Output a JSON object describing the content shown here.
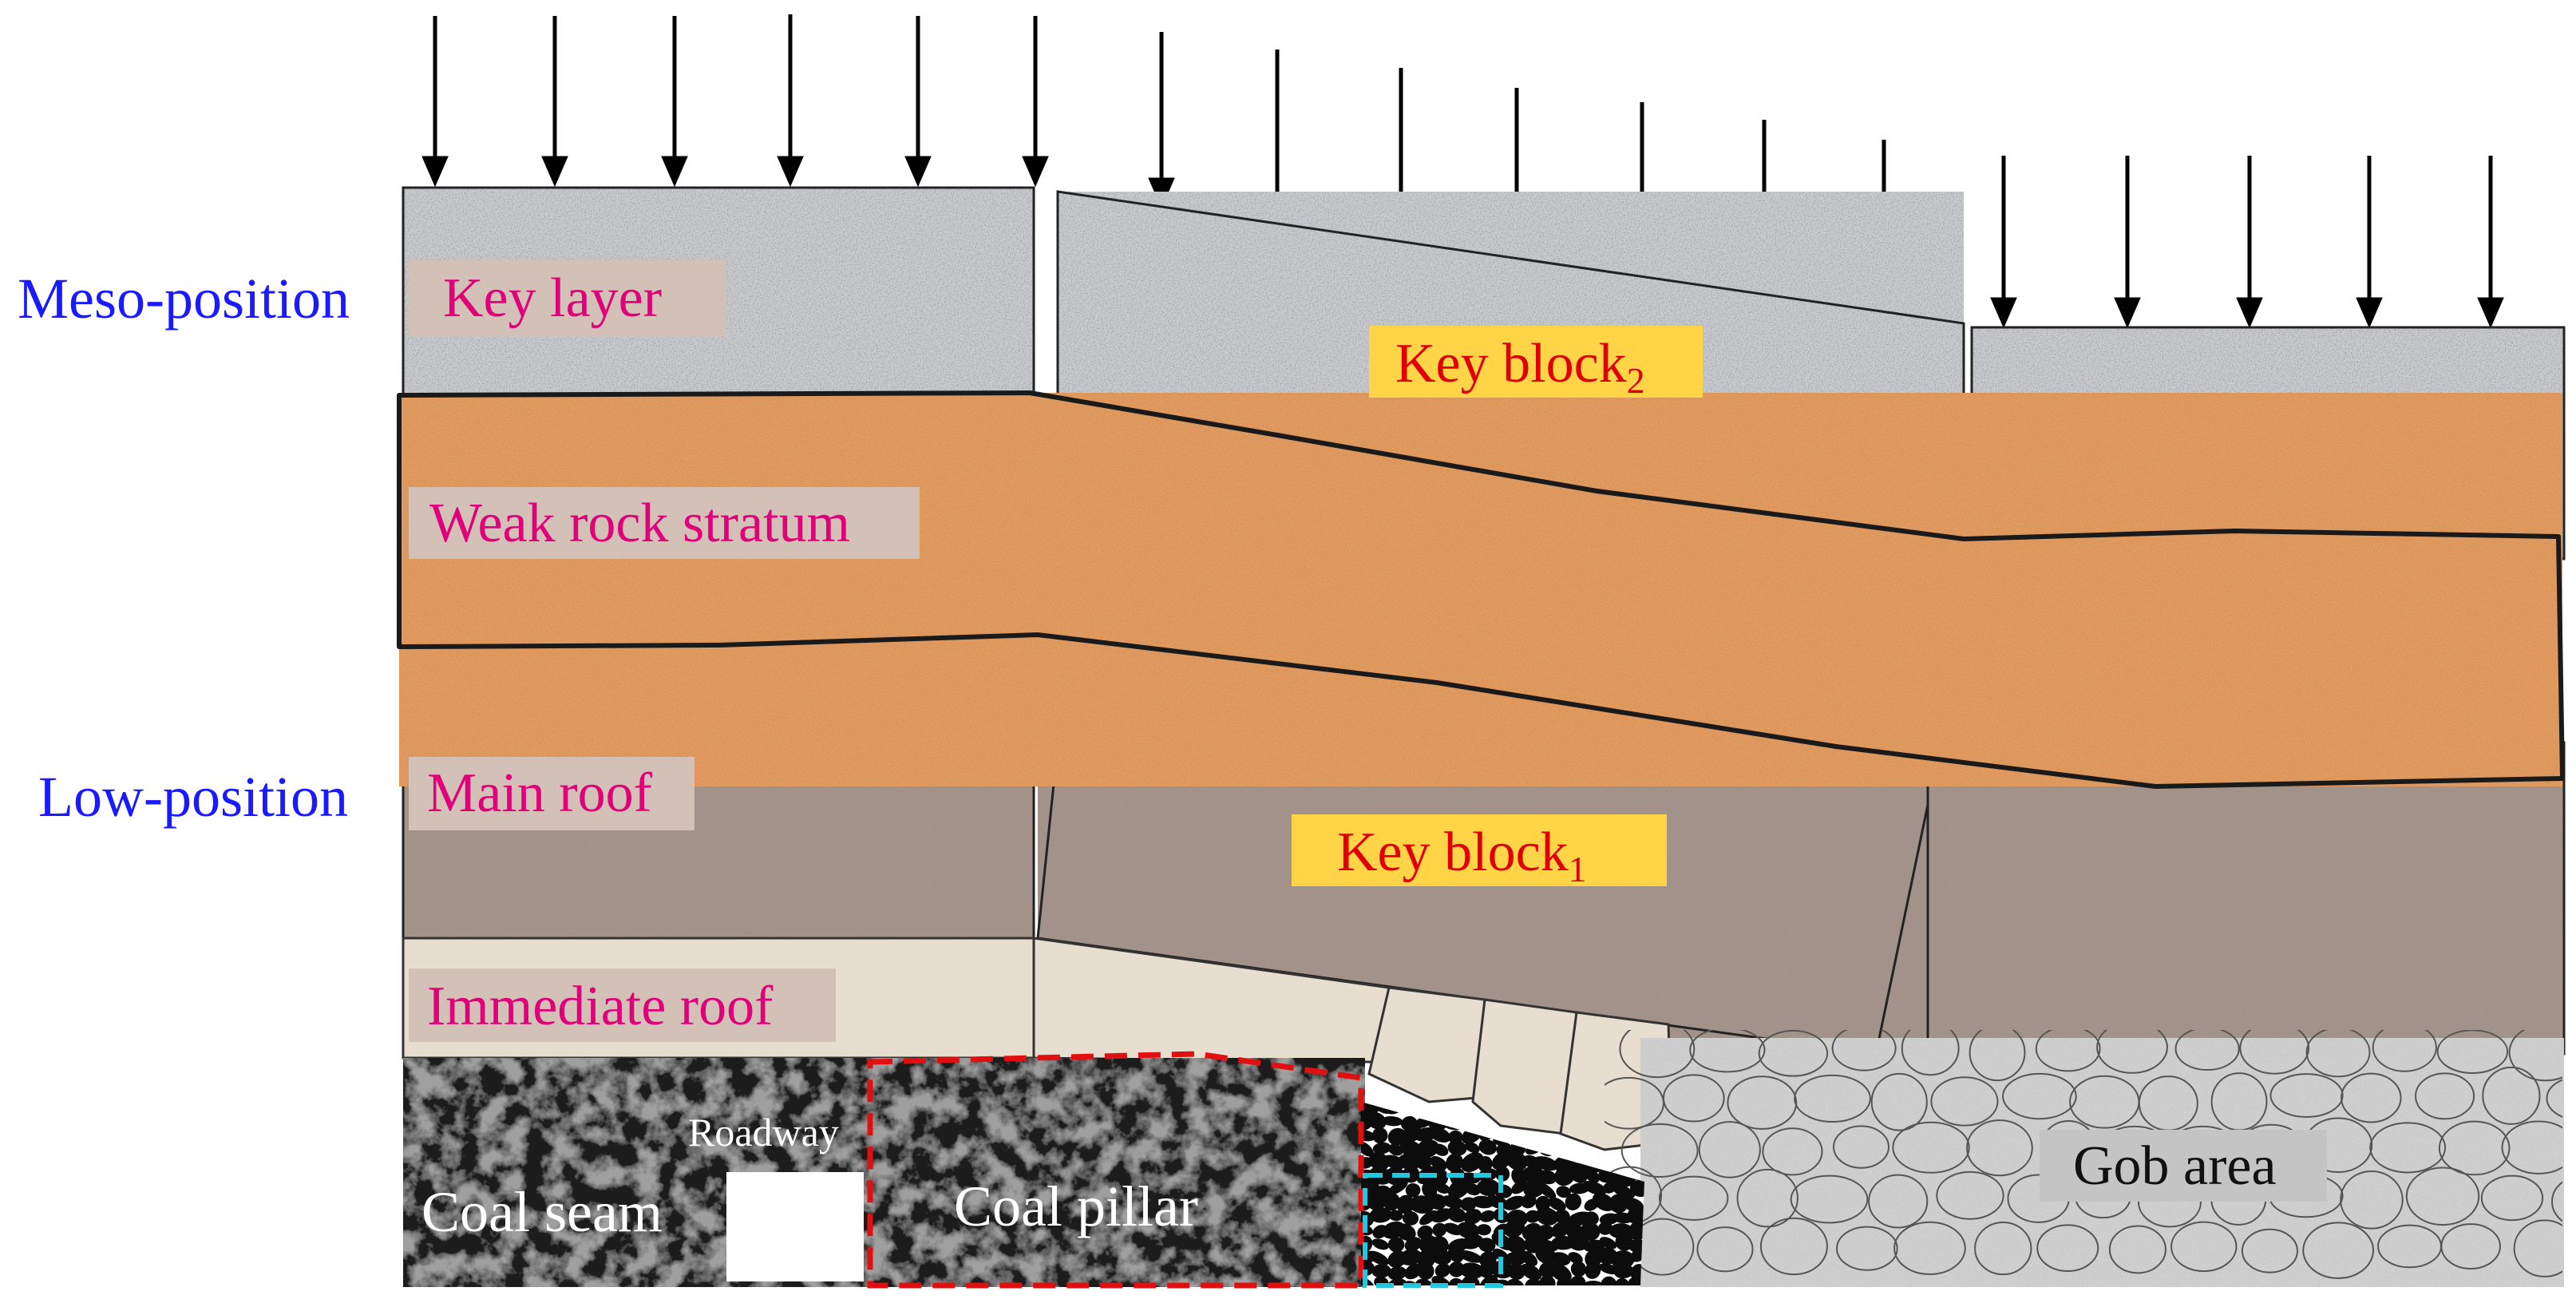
{
  "side_labels": {
    "meso": "Meso-position",
    "low": "Low-position"
  },
  "layer_labels": {
    "key_layer": "Key layer",
    "weak_rock": "Weak rock stratum",
    "main_roof": "Main roof",
    "immediate_roof": "Immediate roof"
  },
  "block_labels": {
    "key_block_2": {
      "text": "Key block",
      "sub": "2"
    },
    "key_block_1": {
      "text": "Key block",
      "sub": "1"
    }
  },
  "coal": {
    "seam": "Coal seam",
    "roadway": "Roadway",
    "pillar": "Coal pillar"
  },
  "gob": "Gob area",
  "colors": {
    "side_label": "#1a1aff",
    "layer_label": "#e0007a",
    "block_label": "#e00000",
    "block_label_bg": "#ffd447",
    "layer_label_bg": "#d3c1b8",
    "pillar_outline": "#e01010",
    "small_box_outline": "#22c8e0"
  }
}
